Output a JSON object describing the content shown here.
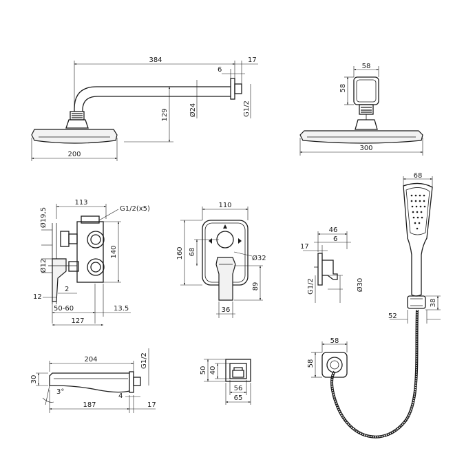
{
  "rain_shower_side": {
    "arm_length": "384",
    "plate_thickness": "17",
    "plate_gap": "6",
    "drop": "129",
    "arm_diameter": "Ø24",
    "thread": "G1/2",
    "head_width": "200"
  },
  "rain_shower_front": {
    "bracket_width": "58",
    "bracket_height": "58",
    "head_width": "300"
  },
  "valve_side": {
    "top_width": "113",
    "outlets": "G1/2(x5)",
    "top_diameter": "Ø19,5",
    "height": "140",
    "port_diameter": "Ø12",
    "offset_12": "12",
    "offset_2": "2",
    "depth_range": "50-60",
    "depth_13_5": "13.5",
    "total_depth": "127"
  },
  "valve_front": {
    "width": "110",
    "height": "160",
    "center_height": "68",
    "knob_diameter": "Ø32",
    "handle_height": "89",
    "handle_width": "36"
  },
  "wall_outlet": {
    "width": "46",
    "offset_17": "17",
    "offset_6": "6",
    "thread": "G1/2",
    "diameter": "Ø30"
  },
  "hand_shower": {
    "head_width": "68",
    "holder_height": "38",
    "holder_depth": "52"
  },
  "hose_outlet": {
    "width": "58",
    "height": "58"
  },
  "spout": {
    "length": "204",
    "thread": "G1/2",
    "height": "30",
    "angle": "3°",
    "gap": "4",
    "reach": "187",
    "plate": "17"
  },
  "small_part": {
    "height": "50",
    "inner_height": "40",
    "inner_width": "56",
    "outer_width": "65"
  }
}
